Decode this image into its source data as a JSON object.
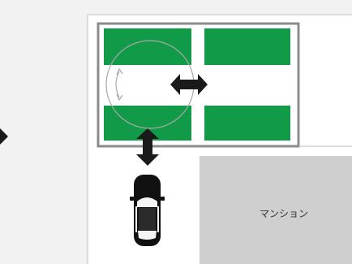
{
  "diagram": {
    "building_label": "マンション",
    "colors": {
      "background": "#f2f2f2",
      "lot_fill": "#ffffff",
      "lot_border": "#8c8c8c",
      "parking_space": "#119a48",
      "building_fill": "#cfcfcf",
      "arrow": "#1a1a1a",
      "turn_circle": "#a9a9a9",
      "car_body": "#111111"
    },
    "parking_spaces": [
      {
        "id": "top-left"
      },
      {
        "id": "top-right"
      },
      {
        "id": "bottom-left"
      },
      {
        "id": "bottom-right"
      }
    ],
    "arrows": [
      {
        "id": "horizontal-double-arrow",
        "direction": "left-right"
      },
      {
        "id": "vertical-double-arrow",
        "direction": "up-down"
      },
      {
        "id": "left-edge-arrow",
        "direction": "right"
      }
    ]
  }
}
